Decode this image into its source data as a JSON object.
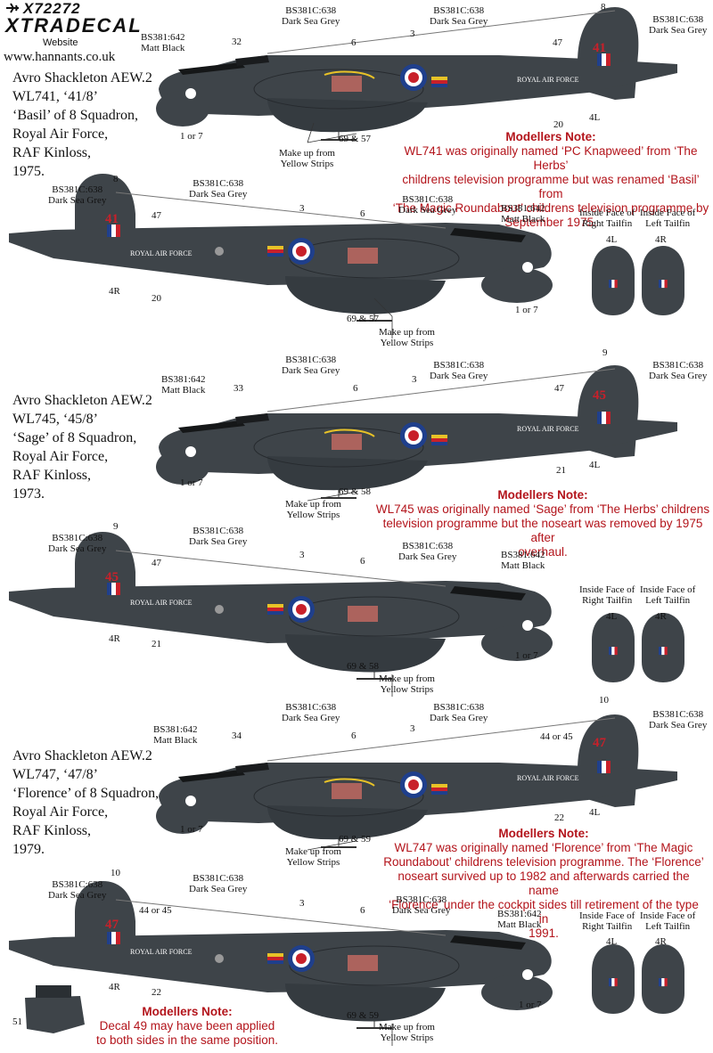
{
  "header": {
    "code": "X72272",
    "brand": "XTRADECAL",
    "website_label": "Website",
    "url": "www.hannants.co.uk"
  },
  "aircraft": [
    {
      "desc": [
        "Avro Shackleton AEW.2",
        "WL741, ‘41/8’",
        "‘Basil’ of 8 Squadron,",
        "Royal Air Force,",
        "RAF Kinloss,",
        "1975."
      ],
      "code": "41",
      "fin_decal": "8",
      "nose_decal": "32",
      "side_decal": "69 & 57",
      "fuse_num": "47",
      "fin_num_l": "4L",
      "fin_num_r": "4R"
    },
    {
      "desc": [
        "Avro Shackleton AEW.2",
        "WL745, ‘45/8’",
        "‘Sage’ of 8 Squadron,",
        "Royal Air Force,",
        "RAF Kinloss,",
        "1973."
      ],
      "code": "45",
      "fin_decal": "9",
      "nose_decal": "33",
      "side_decal": "69 & 58",
      "fuse_num": "47",
      "fin_num_l": "4L",
      "fin_num_r": "4R"
    },
    {
      "desc": [
        "Avro Shackleton AEW.2",
        "WL747, ‘47/8’",
        "‘Florence’ of 8 Squadron,",
        "Royal Air Force,",
        "RAF Kinloss,",
        "1979."
      ],
      "code": "47",
      "fin_decal": "10",
      "nose_decal": "34",
      "side_decal": "69 & 59",
      "fuse_num": "44 or 45",
      "fin_num_l": "4L",
      "fin_num_r": "4R"
    }
  ],
  "labels": {
    "bs638": [
      "BS381C:638",
      "Dark Sea Grey"
    ],
    "bs642": [
      "BS381:642",
      "Matt Black"
    ],
    "yellow": [
      "Make up from",
      "Yellow Strips"
    ],
    "one_or_seven": "1 or 7",
    "d3": "3",
    "d6": "6",
    "d20": "20",
    "d21": "21",
    "d22": "22",
    "d51": "51",
    "raf": "ROYAL AIR FORCE",
    "inside_right": [
      "Inside Face of",
      "Right Tailfin"
    ],
    "inside_left": [
      "Inside Face of",
      "Left Tailfin"
    ]
  },
  "notes": [
    {
      "title": "Modellers Note:",
      "lines": [
        "WL741 was originally named ‘PC Knapweed’ from ‘The Herbs’",
        "childrens television programme but was renamed ‘Basil’ from",
        "‘The Magic Roundabout’ childrens television programme by",
        "September 1975."
      ]
    },
    {
      "title": "Modellers Note:",
      "lines": [
        "WL745 was originally named ‘Sage’ from ‘The Herbs’ childrens",
        "television programme but the noseart was removed by 1975 after",
        "overhaul."
      ]
    },
    {
      "title": "Modellers Note:",
      "lines": [
        "WL747 was originally named ‘Florence’ from ‘The Magic",
        "Roundabout’ childrens television programme. The ‘Florence’",
        "noseart survived up to 1982 and afterwards carried the name",
        "‘Florence’ under the cockpit sides till retirement of the type in",
        "1991."
      ]
    },
    {
      "title": "Modellers Note:",
      "lines": [
        "Decal 49 may have been applied",
        "to both sides in the same position."
      ]
    }
  ],
  "colors": {
    "aircraft": "#3e4449",
    "aircraft_dark": "#2a2f33",
    "roundel_blue": "#1f3f8c",
    "roundel_red": "#c8202a",
    "note_red": "#b3141b",
    "yellow": "#e8c227"
  },
  "icons": {
    "logo": "xtradecal-aircraft-logo"
  }
}
